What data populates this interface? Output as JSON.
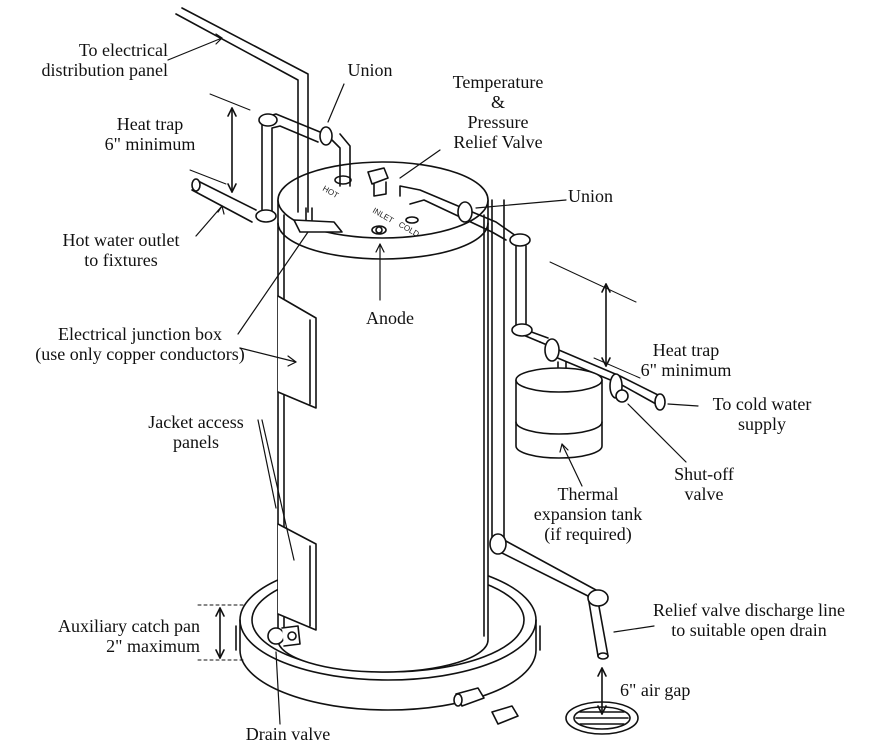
{
  "labels": {
    "to_panel_1": "To electrical",
    "to_panel_2": "distribution panel",
    "union_top": "Union",
    "tp_1": "Temperature",
    "tp_2": "&",
    "tp_3": "Pressure",
    "tp_4": "Relief Valve",
    "heat_trap_left_1": "Heat trap",
    "heat_trap_left_2": "6\" minimum",
    "union_right": "Union",
    "hot_outlet_1": "Hot water outlet",
    "hot_outlet_2": "to fixtures",
    "anode": "Anode",
    "junction_1": "Electrical junction box",
    "junction_2": "(use only copper conductors)",
    "heat_trap_right_1": "Heat trap",
    "heat_trap_right_2": "6\" minimum",
    "cold_supply_1": "To cold water",
    "cold_supply_2": "supply",
    "jacket_1": "Jacket access",
    "jacket_2": "panels",
    "shutoff_1": "Shut-off",
    "shutoff_2": "valve",
    "expansion_1": "Thermal",
    "expansion_2": "expansion tank",
    "expansion_3": "(if required)",
    "relief_line_1": "Relief valve discharge line",
    "relief_line_2": "to suitable open drain",
    "catch_pan_1": "Auxiliary catch pan",
    "catch_pan_2": "2\" maximum",
    "air_gap": "6\" air gap",
    "drain_valve": "Drain valve"
  },
  "tank_markings": {
    "hot": "HOT",
    "cold": "COLD",
    "inlet": "INLET"
  }
}
